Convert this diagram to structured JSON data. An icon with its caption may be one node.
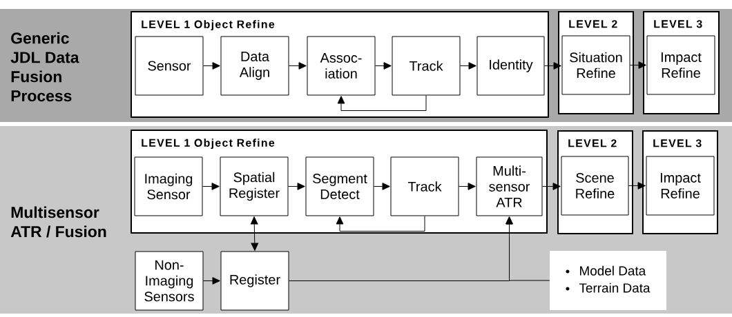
{
  "diagram": {
    "nodes": [
      {
        "text": [
          "Generic JDL Data Fusion Process"
        ]
      },
      {
        "text": [
          "LEVEL 1 Object Refine"
        ],
        "in": 0
      },
      {
        "text": [
          "Sensor"
        ],
        "in": 1
      },
      {
        "text": [
          "Data Align"
        ],
        "in": 1
      },
      {
        "text": [
          "Assoc- iation"
        ],
        "in": 1
      },
      {
        "text": [
          "Track"
        ],
        "in": 1
      },
      {
        "text": [
          "Identity"
        ],
        "in": 1
      },
      {
        "text": [
          "LEVEL 2"
        ],
        "in": 0
      },
      {
        "text": [
          "Situation Refine"
        ],
        "in": 7
      },
      {
        "text": [
          "LEVEL 3"
        ],
        "in": 0
      },
      {
        "text": [
          "Impact Refine"
        ],
        "in": 9
      },
      {
        "text": [
          "Multisensor ATR / Fusion"
        ]
      },
      {
        "text": [
          "LEVEL 1 Object Refine"
        ],
        "in": 11
      },
      {
        "text": [
          "Imaging Sensor"
        ],
        "in": 12
      },
      {
        "text": [
          "Spatial Register"
        ],
        "in": 12
      },
      {
        "text": [
          "Segment Detect"
        ],
        "in": 12
      },
      {
        "text": [
          "Track"
        ],
        "in": 12
      },
      {
        "text": [
          "Multi- sensor ATR"
        ],
        "in": 12
      },
      {
        "text": [
          "LEVEL 2"
        ],
        "in": 11
      },
      {
        "text": [
          "Scene Refine"
        ],
        "in": 18
      },
      {
        "text": [
          "LEVEL 3"
        ],
        "in": 11
      },
      {
        "text": [
          "Impact Refine"
        ],
        "in": 20
      },
      {
        "text": [
          "Non- Imaging Sensors"
        ],
        "in": 11
      },
      {
        "text": [
          "Register"
        ],
        "in": 11
      },
      {
        "text": [
          "Model Data",
          "Terrain Data"
        ],
        "in": 11
      }
    ],
    "edges": [
      {
        "from": 2,
        "to": 3,
        "arrow": "to"
      },
      {
        "from": 3,
        "to": 4,
        "arrow": "to"
      },
      {
        "from": 4,
        "to": 5,
        "arrow": "to"
      },
      {
        "from": 5,
        "to": 6,
        "arrow": "to"
      },
      {
        "from": 6,
        "to": 8,
        "arrow": "to"
      },
      {
        "from": 8,
        "to": 10,
        "arrow": "to"
      },
      {
        "from": 5,
        "to": 4,
        "arrow": "to"
      },
      {
        "from": 13,
        "to": 14,
        "arrow": "to"
      },
      {
        "from": 14,
        "to": 15,
        "arrow": "to"
      },
      {
        "from": 15,
        "to": 16,
        "arrow": "to"
      },
      {
        "from": 16,
        "to": 17,
        "arrow": "to"
      },
      {
        "from": 17,
        "to": 19,
        "arrow": "to"
      },
      {
        "from": 19,
        "to": 21,
        "arrow": "to"
      },
      {
        "from": 16,
        "to": 15,
        "arrow": "to"
      },
      {
        "from": 14,
        "to": 23,
        "arrow": "both"
      },
      {
        "from": 22,
        "to": 23,
        "arrow": "to"
      },
      {
        "from": 23,
        "to": 17,
        "arrow": "to"
      },
      {
        "from": 24,
        "to": 17,
        "arrow": "to"
      }
    ]
  }
}
